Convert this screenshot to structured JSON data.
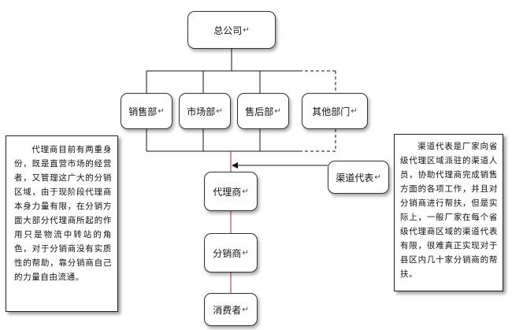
{
  "nodes": {
    "head_office": "总公司",
    "sales": "销售部",
    "marketing": "市场部",
    "after_sales": "售后部",
    "other": "其他部门",
    "channel_rep": "渠道代表",
    "agent": "代理商",
    "distributor": "分销商",
    "consumer": "消费者"
  },
  "paragraph_mark": "↵",
  "notes": {
    "left": "代理商目前有两重身份，既是直营市场的经营者，又管理这广大的分销区域，由于现阶段代理商本身力量有限，在分销方面大部分代理商所起的作用只是物流中转站的角色，对于分销商没有实质性的帮助，靠分销商自己的力量自由流通。",
    "right": "渠道代表是厂家向省级代理区域派驻的渠道人员，协助代理商完成销售方面的各项工作，并且对分销商进行帮扶，但是实际上，一般厂家在每个省级代理商区域的渠道代表有限，很难真正实现对于县区内几十家分销商的帮扶。"
  },
  "colors": {
    "connector": "#111111",
    "main_flow": "#b5283a"
  }
}
